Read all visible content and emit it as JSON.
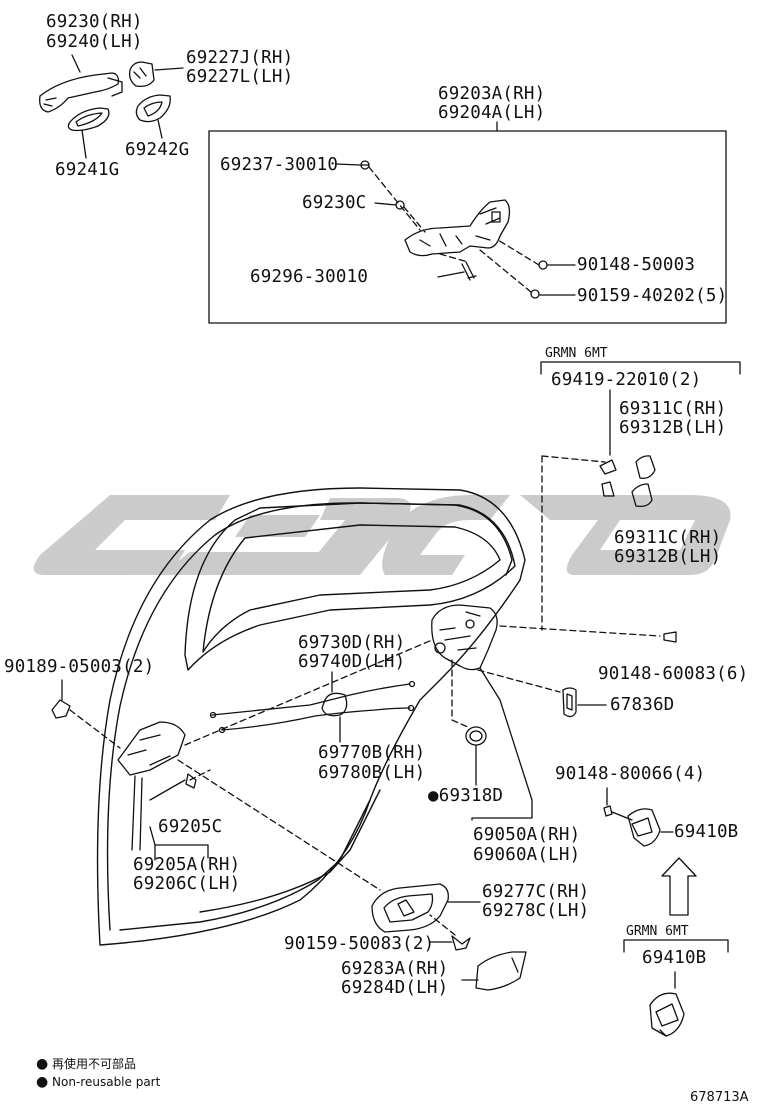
{
  "watermark_color": "#c8c8c8",
  "line_color": "#111111",
  "top_left": {
    "handle_label_rh": "69230(RH)",
    "handle_label_lh": "69240(LH)",
    "cap_label_rh": "69227J(RH)",
    "cap_label_lh": "69227L(LH)",
    "pad_label": "69242G",
    "gasket_label": "69241G"
  },
  "frame_box": {
    "title_rh": "69203A(RH)",
    "title_lh": "69204A(LH)",
    "screw_top": "69237-30010",
    "cover_c": "69230C",
    "screw_bottom": "69296-30010",
    "bolt_right_1": "90148-50003",
    "bolt_right_2": "90159-40202(5)"
  },
  "grmn_top": {
    "tag": "GRMN 6MT",
    "clip": "69419-22010(2)",
    "cover_rh_1": "69311C(RH)",
    "cover_lh_1": "69312B(LH)",
    "cover_rh_2": "69311C(RH)",
    "cover_lh_2": "69312B(LH)"
  },
  "door": {
    "bolt_left": "90189-05003(2)",
    "cable_rh": "69730D(RH)",
    "cable_lh": "69740D(LH)",
    "cable2_rh": "69770B(RH)",
    "cable2_lh": "69780B(LH)",
    "bolt_right": "90148-60083(6)",
    "grommet": "67836D",
    "seal": "69318D",
    "lock_rh": "69050A(RH)",
    "lock_lh": "69060A(LH)",
    "bracket_c": "69205C",
    "bracket_rh": "69205A(RH)",
    "bracket_lh": "69206C(LH)",
    "inner_rh": "69277C(RH)",
    "inner_lh": "69278C(LH)",
    "inner_bolt": "90159-50083(2)",
    "bezel_rh": "69283A(RH)",
    "bezel_lh": "69284D(LH)",
    "striker_bolt": "90148-80066(4)",
    "striker": "69410B"
  },
  "grmn_bottom": {
    "tag": "GRMN 6MT",
    "striker": "69410B"
  },
  "footer": {
    "legend_jp": "再使用不可部品",
    "legend_en": "Non-reusable part",
    "diagram_id": "678713A"
  }
}
